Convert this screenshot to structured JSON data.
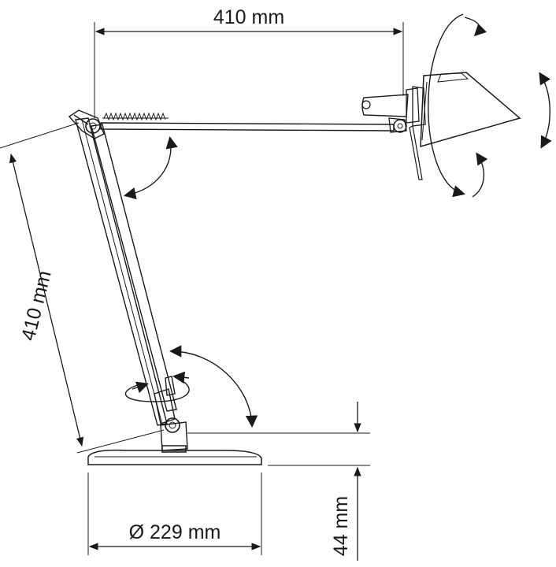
{
  "dimensions": {
    "arm_length_horizontal": "410 mm",
    "arm_length_lower": "410 mm",
    "base_diameter": "Ø 229 mm",
    "base_height": "44 mm"
  },
  "colors": {
    "line": "#1a1a1a",
    "background": "#ffffff",
    "shade_fill": "#ffffff"
  },
  "icons": {
    "rotation_arrows": [
      "shade-rotate-arrow",
      "shade-tilt-arrow",
      "elbow-rotate-arrow",
      "base-joint-rotate-arrow",
      "stem-swivel-arrow"
    ]
  }
}
